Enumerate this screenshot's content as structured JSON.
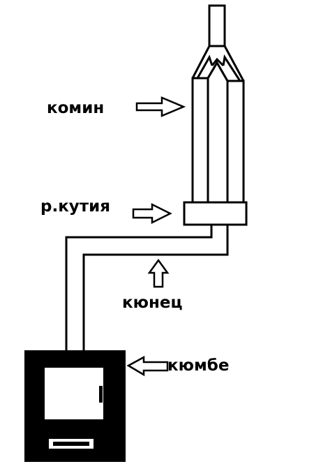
{
  "labels": {
    "chimney": "комин",
    "box": "р.кутия",
    "elbow": "кюнец",
    "stove": "кюмбе"
  },
  "colors": {
    "stroke": "#000000",
    "background": "#ffffff",
    "stove_body": "#000000",
    "stove_window": "#ffffff"
  }
}
